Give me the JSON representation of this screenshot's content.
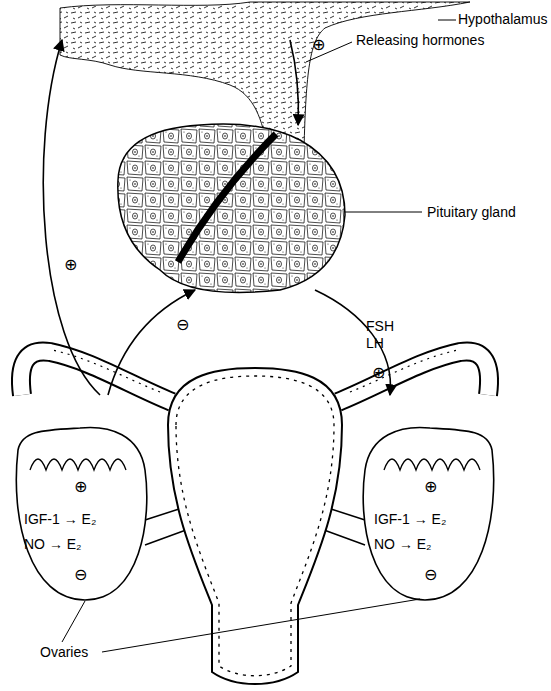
{
  "diagram": {
    "nodes": [
      {
        "text": [
          "Hypothalamus"
        ]
      },
      {
        "text": [
          "Pituitary gland"
        ]
      },
      {
        "text": [
          "IGF-1 → E₂",
          "NO → E₂"
        ]
      },
      {
        "text": [
          "IGF-1 → E₂",
          "NO → E₂"
        ]
      }
    ],
    "edges": [
      {
        "from": 2,
        "to": 0,
        "arrow": "to",
        "label": "⊕"
      },
      {
        "from": 2,
        "to": 1,
        "arrow": "to",
        "label": "⊖"
      },
      {
        "from": 1,
        "to": 3,
        "arrow": "to",
        "label": "FSH LH"
      },
      {
        "from": 0,
        "to": 1,
        "arrow": "to",
        "label": "⊕"
      }
    ],
    "labels": [
      "Releasing hormones",
      "⊕",
      "⊕",
      "⊖",
      "⊕",
      "⊖",
      "Ovaries"
    ]
  }
}
